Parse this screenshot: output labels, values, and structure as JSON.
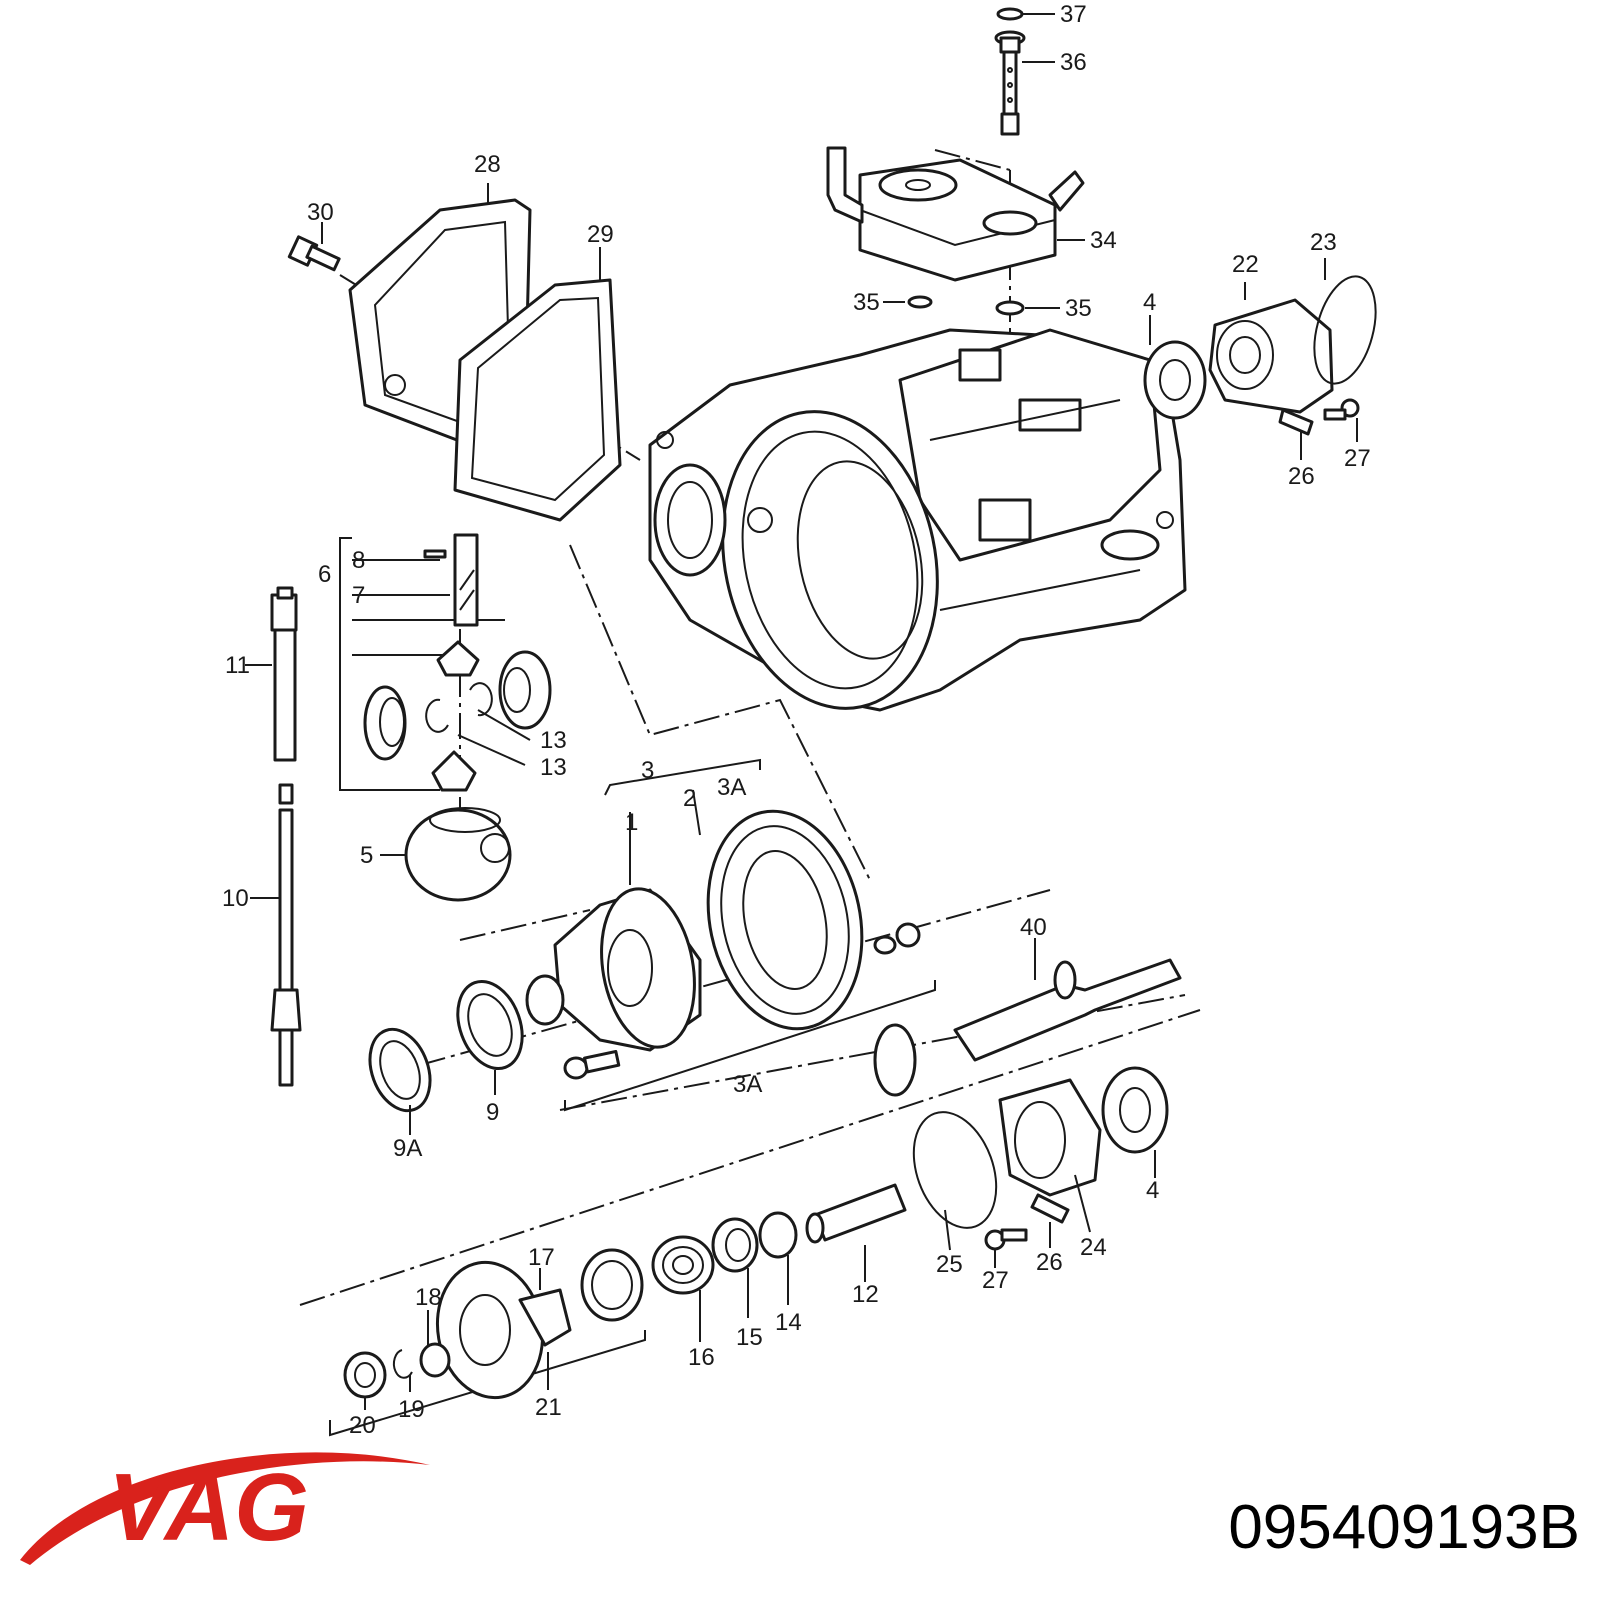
{
  "brand": {
    "name": "VAG",
    "color": "#d9221c"
  },
  "part_number": "095409193B",
  "callouts": [
    {
      "id": "c1",
      "label": "1"
    },
    {
      "id": "c2",
      "label": "2"
    },
    {
      "id": "c3",
      "label": "3"
    },
    {
      "id": "c3a_top",
      "label": "3A"
    },
    {
      "id": "c3a_bottom",
      "label": "3A"
    },
    {
      "id": "c4_top",
      "label": "4"
    },
    {
      "id": "c4_bottom",
      "label": "4"
    },
    {
      "id": "c5",
      "label": "5"
    },
    {
      "id": "c6",
      "label": "6"
    },
    {
      "id": "c7",
      "label": "7"
    },
    {
      "id": "c8",
      "label": "8"
    },
    {
      "id": "c9",
      "label": "9"
    },
    {
      "id": "c9a",
      "label": "9A"
    },
    {
      "id": "c10",
      "label": "10"
    },
    {
      "id": "c11",
      "label": "11"
    },
    {
      "id": "c12",
      "label": "12"
    },
    {
      "id": "c13_a",
      "label": "13"
    },
    {
      "id": "c13_b",
      "label": "13"
    },
    {
      "id": "c14",
      "label": "14"
    },
    {
      "id": "c15",
      "label": "15"
    },
    {
      "id": "c16",
      "label": "16"
    },
    {
      "id": "c17",
      "label": "17"
    },
    {
      "id": "c18",
      "label": "18"
    },
    {
      "id": "c19",
      "label": "19"
    },
    {
      "id": "c20",
      "label": "20"
    },
    {
      "id": "c21",
      "label": "21"
    },
    {
      "id": "c22",
      "label": "22"
    },
    {
      "id": "c23",
      "label": "23"
    },
    {
      "id": "c24",
      "label": "24"
    },
    {
      "id": "c25",
      "label": "25"
    },
    {
      "id": "c26_top",
      "label": "26"
    },
    {
      "id": "c26_bottom",
      "label": "26"
    },
    {
      "id": "c27_top",
      "label": "27"
    },
    {
      "id": "c27_bottom",
      "label": "27"
    },
    {
      "id": "c28",
      "label": "28"
    },
    {
      "id": "c29",
      "label": "29"
    },
    {
      "id": "c30",
      "label": "30"
    },
    {
      "id": "c34",
      "label": "34"
    },
    {
      "id": "c35_left",
      "label": "35"
    },
    {
      "id": "c35_right",
      "label": "35"
    },
    {
      "id": "c36",
      "label": "36"
    },
    {
      "id": "c37",
      "label": "37"
    },
    {
      "id": "c40",
      "label": "40"
    }
  ]
}
